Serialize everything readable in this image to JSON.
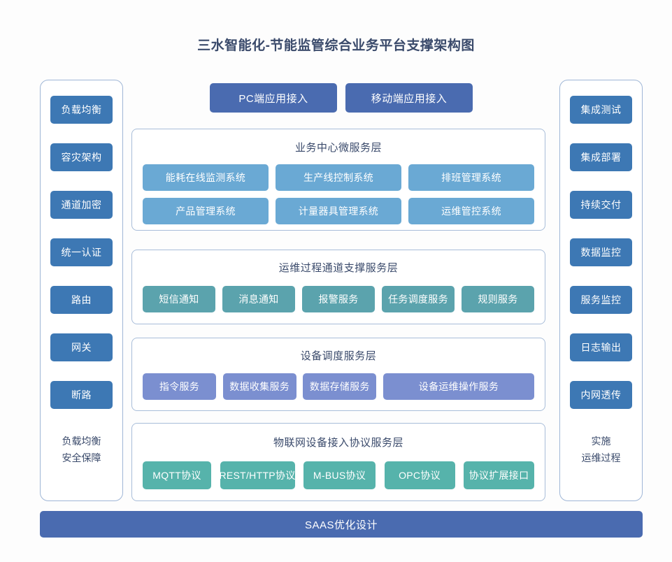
{
  "page": {
    "title": "三水智能化-节能监管综合业务平台支撑架构图",
    "background_color": "#fdfdfd",
    "title_color": "#3a4a6b"
  },
  "access": {
    "bars": [
      {
        "label": "PC端应用接入"
      },
      {
        "label": "移动端应用接入"
      }
    ],
    "color": "#4a6bb0"
  },
  "left_pillar": {
    "color": "#3d78b4",
    "items": [
      {
        "label": "负载均衡"
      },
      {
        "label": "容灾架构"
      },
      {
        "label": "通道加密"
      },
      {
        "label": "统一认证"
      },
      {
        "label": "路由"
      },
      {
        "label": "网关"
      },
      {
        "label": "断路"
      }
    ],
    "footer_line1": "负载均衡",
    "footer_line2": "安全保障"
  },
  "right_pillar": {
    "color": "#3d78b4",
    "items": [
      {
        "label": "集成测试"
      },
      {
        "label": "集成部署"
      },
      {
        "label": "持续交付"
      },
      {
        "label": "数据监控"
      },
      {
        "label": "服务监控"
      },
      {
        "label": "日志输出"
      },
      {
        "label": "内网透传"
      }
    ],
    "footer_line1": "实施",
    "footer_line2": "运维过程"
  },
  "layers": [
    {
      "id": "business",
      "title": "业务中心微服务层",
      "color": "#6aa9d4",
      "row1": [
        {
          "label": "能耗在线监测系统"
        },
        {
          "label": "生产线控制系统"
        },
        {
          "label": "排班管理系统"
        }
      ],
      "row2": [
        {
          "label": "产品管理系统"
        },
        {
          "label": "计量器具管理系统"
        },
        {
          "label": "运维管控系统"
        }
      ]
    },
    {
      "id": "ops",
      "title": "运维过程通道支撑服务层",
      "color": "#5ba3ad",
      "row1": [
        {
          "label": "短信通知"
        },
        {
          "label": "消息通知"
        },
        {
          "label": "报警服务"
        },
        {
          "label": "任务调度服务"
        },
        {
          "label": "规则服务"
        }
      ]
    },
    {
      "id": "device",
      "title": "设备调度服务层",
      "color": "#7b8fd0",
      "row1": [
        {
          "label": "指令服务"
        },
        {
          "label": "数据收集服务"
        },
        {
          "label": "数据存储服务"
        },
        {
          "label": "设备运维操作服务"
        }
      ]
    },
    {
      "id": "iot",
      "title": "物联网设备接入协议服务层",
      "color": "#56b3ab",
      "row1": [
        {
          "label": "MQTT协议"
        },
        {
          "label": "REST/HTTP协议"
        },
        {
          "label": "M-BUS协议"
        },
        {
          "label": "OPC协议"
        },
        {
          "label": "协议扩展接口"
        }
      ]
    }
  ],
  "bottom": {
    "label": "SAAS优化设计",
    "color": "#4a6bb0"
  }
}
